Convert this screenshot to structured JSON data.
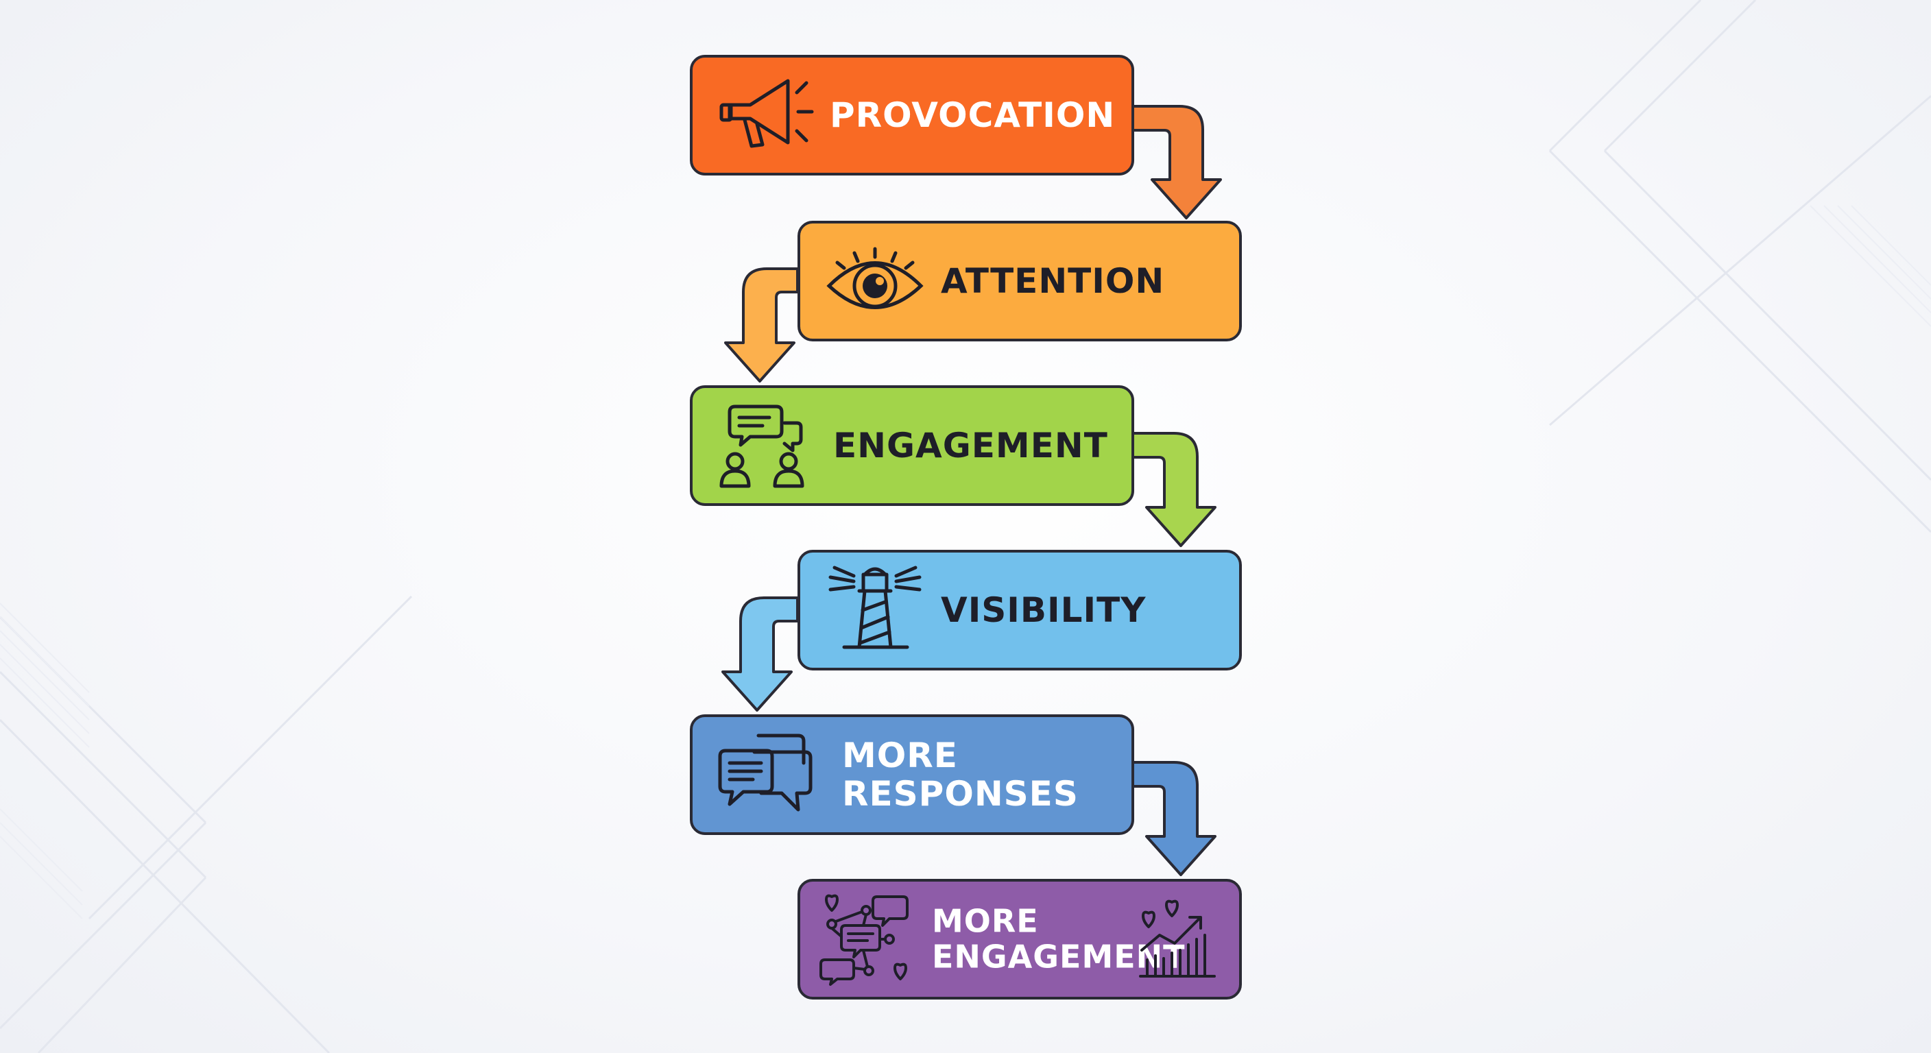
{
  "diagram": {
    "steps": [
      {
        "id": "provocation",
        "label_lines": [
          "PROVOCATION"
        ],
        "color": "#f96a24",
        "text_color": "#ffffff",
        "icon": "megaphone-icon"
      },
      {
        "id": "attention",
        "label_lines": [
          "ATTENTION"
        ],
        "color": "#fcab3f",
        "text_color": "#1e1e28",
        "icon": "eye-icon"
      },
      {
        "id": "engagement",
        "label_lines": [
          "ENGAGEMENT"
        ],
        "color": "#a2d44a",
        "text_color": "#1e1e28",
        "icon": "conversation-people-icon"
      },
      {
        "id": "visibility",
        "label_lines": [
          "VISIBILITY"
        ],
        "color": "#72c0ec",
        "text_color": "#1e1e28",
        "icon": "lighthouse-icon"
      },
      {
        "id": "more-responses",
        "label_lines": [
          "MORE",
          "RESPONSES"
        ],
        "color": "#6195d2",
        "text_color": "#ffffff",
        "icon": "chat-bubbles-icon"
      },
      {
        "id": "more-engagement",
        "label_lines": [
          "MORE",
          "ENGAGEMENT"
        ],
        "color": "#8e5ca8",
        "text_color": "#ffffff",
        "icon": "network-chat-icon"
      }
    ],
    "extra_icons": [
      "growth-chart-hearts-icon"
    ],
    "outline_color": "#2a2a35"
  }
}
